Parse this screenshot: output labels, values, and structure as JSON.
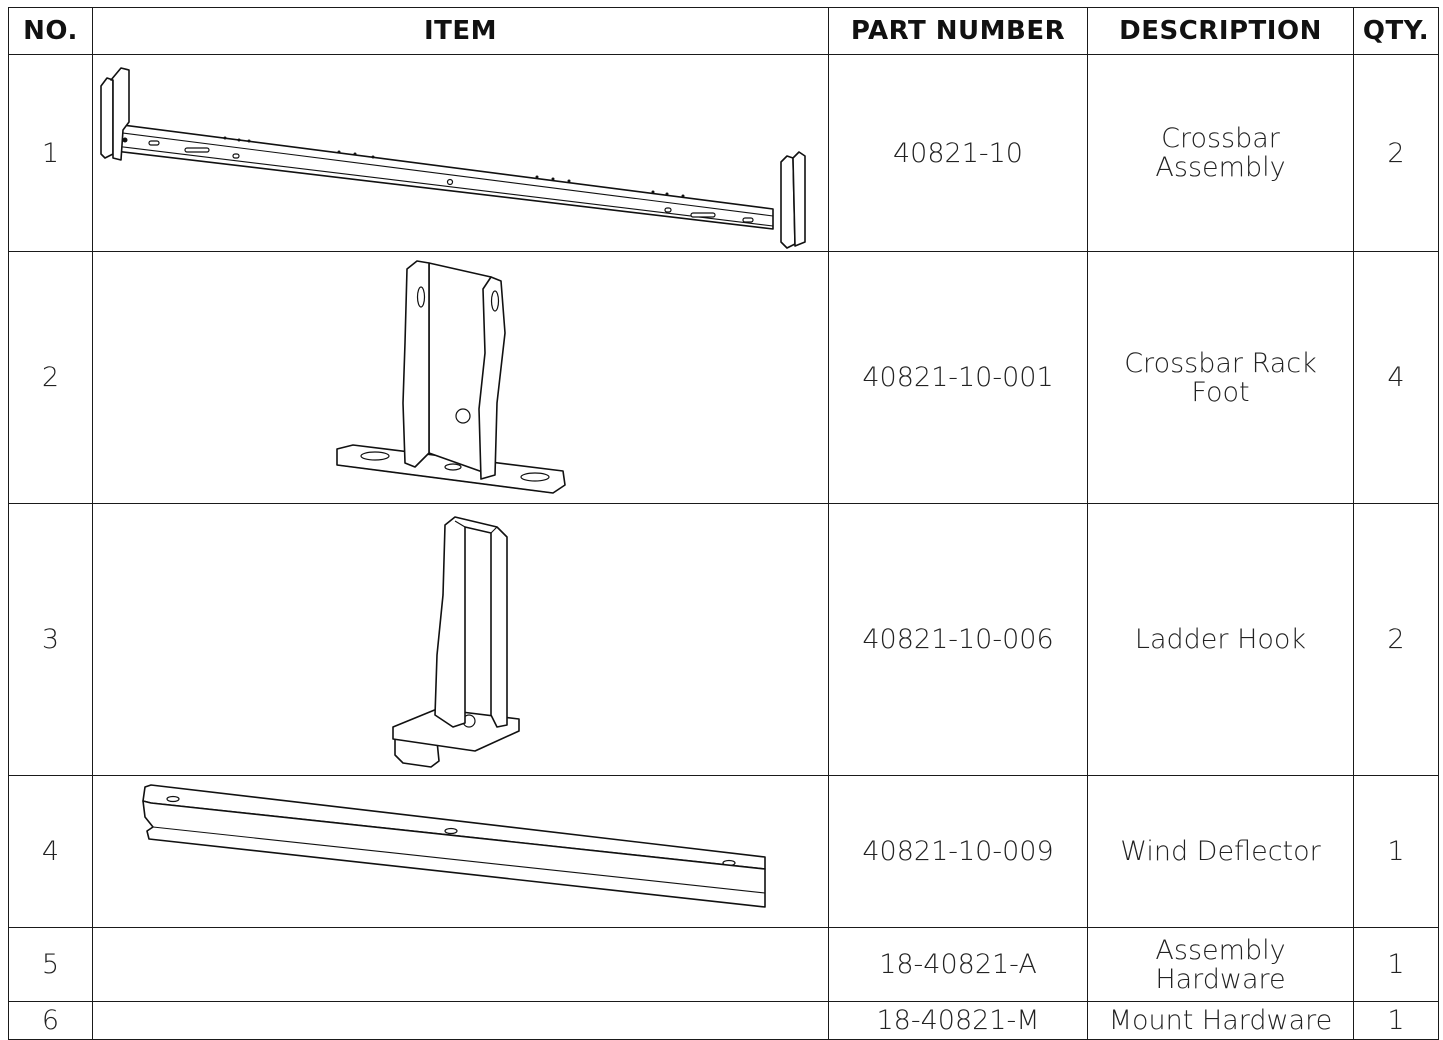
{
  "table": {
    "headers": {
      "no": "NO.",
      "item": "ITEM",
      "part_number": "PART NUMBER",
      "description": "DESCRIPTION",
      "qty": "QTY."
    },
    "rows": [
      {
        "no": "1",
        "part_number": "40821-10",
        "description": [
          "Crossbar",
          "Assembly"
        ],
        "qty": "2",
        "drawing": "crossbar-assembly-drawing"
      },
      {
        "no": "2",
        "part_number": "40821-10-001",
        "description": [
          "Crossbar Rack",
          "Foot"
        ],
        "qty": "4",
        "drawing": "rack-foot-drawing"
      },
      {
        "no": "3",
        "part_number": "40821-10-006",
        "description": [
          "Ladder Hook"
        ],
        "qty": "2",
        "drawing": "ladder-hook-drawing"
      },
      {
        "no": "4",
        "part_number": "40821-10-009",
        "description": [
          "Wind Deflector"
        ],
        "qty": "1",
        "drawing": "wind-deflector-drawing"
      },
      {
        "no": "5",
        "part_number": "18-40821-A",
        "description": [
          "Assembly",
          "Hardware"
        ],
        "qty": "1",
        "drawing": ""
      },
      {
        "no": "6",
        "part_number": "18-40821-M",
        "description": [
          "Mount Hardware"
        ],
        "qty": "1",
        "drawing": ""
      }
    ]
  }
}
